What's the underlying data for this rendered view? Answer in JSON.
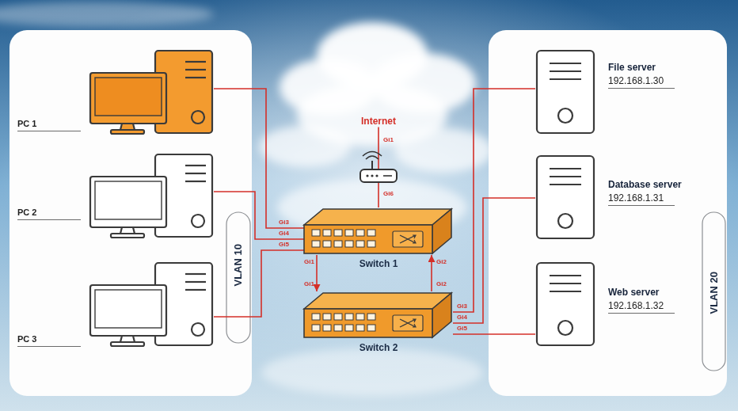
{
  "diagram": {
    "nodes": [
      {
        "text": [
          "VLAN 10"
        ]
      },
      {
        "text": [
          "PC 1"
        ],
        "in": 0
      },
      {
        "text": [
          "PC 2"
        ],
        "in": 0
      },
      {
        "text": [
          "PC 3"
        ],
        "in": 0
      },
      {
        "text": [
          "Internet"
        ]
      },
      {
        "text": [
          "Switch 1"
        ]
      },
      {
        "text": [
          "Switch 2"
        ]
      },
      {
        "text": [
          "VLAN 20"
        ]
      },
      {
        "text": [
          "File server",
          "192.168.1.30"
        ],
        "in": 7
      },
      {
        "text": [
          "Database server",
          "192.168.1.31"
        ],
        "in": 7
      },
      {
        "text": [
          "Web server",
          "192.168.1.32"
        ],
        "in": 7
      }
    ],
    "edges": [
      {
        "from": 1,
        "to": 5,
        "arrow": "none"
      },
      {
        "from": 2,
        "to": 5,
        "arrow": "none"
      },
      {
        "from": 3,
        "to": 5,
        "arrow": "none"
      },
      {
        "from": 5,
        "to": 4,
        "arrow": "none"
      },
      {
        "from": 5,
        "to": 6,
        "arrow": "to"
      },
      {
        "from": 6,
        "to": 5,
        "arrow": "to"
      },
      {
        "from": 6,
        "to": 8,
        "arrow": "none"
      },
      {
        "from": 6,
        "to": 9,
        "arrow": "none"
      },
      {
        "from": 6,
        "to": 10,
        "arrow": "none"
      }
    ],
    "labels": [
      "Gi1",
      "Gi6",
      "Gi3",
      "Gi4",
      "Gi5",
      "Gi1",
      "Gi2",
      "Gi1",
      "Gi2",
      "Gi3",
      "Gi4",
      "Gi5"
    ]
  }
}
